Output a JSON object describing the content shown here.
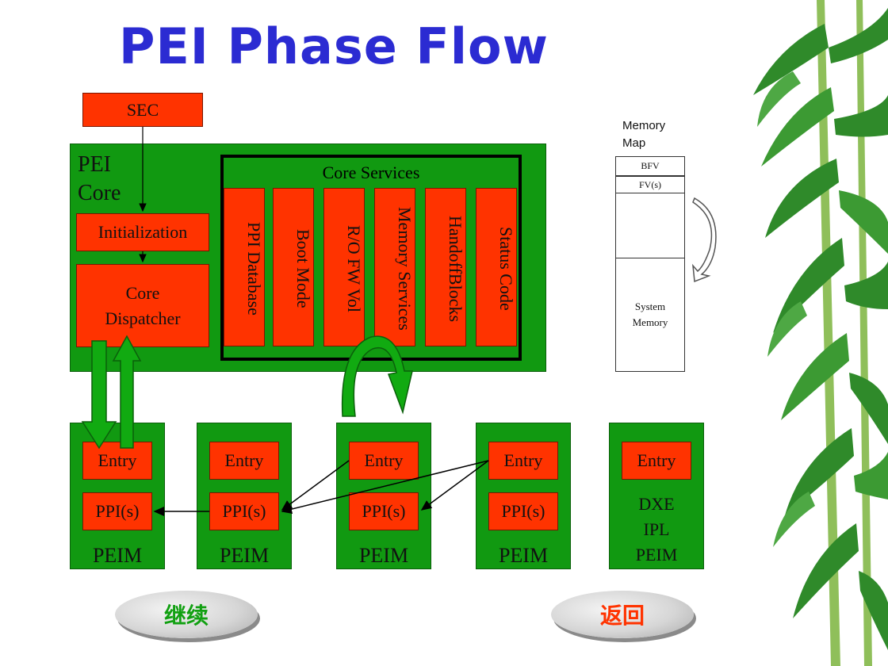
{
  "title": "PEI Phase Flow",
  "sec": "SEC",
  "pei_core": {
    "line1": "PEI",
    "line2": "Core",
    "initialization": "Initialization",
    "dispatcher_line1": "Core",
    "dispatcher_line2": "Dispatcher"
  },
  "core_services": {
    "title": "Core Services",
    "items": [
      "PPI Database",
      "Boot Mode",
      "R/O FW Vol",
      "Memory Services",
      "HandoffBlocks",
      "Status Code"
    ]
  },
  "memory_map": {
    "title_line1": "Memory",
    "title_line2": "Map",
    "bfv": "BFV",
    "fvs": "FV(s)",
    "system_line1": "System",
    "system_line2": "Memory"
  },
  "peims": [
    {
      "entry": "Entry",
      "ppi": "PPI(s)",
      "label": "PEIM"
    },
    {
      "entry": "Entry",
      "ppi": "PPI(s)",
      "label": "PEIM"
    },
    {
      "entry": "Entry",
      "ppi": "PPI(s)",
      "label": "PEIM"
    },
    {
      "entry": "Entry",
      "ppi": "PPI(s)",
      "label": "PEIM"
    }
  ],
  "dxe_peim": {
    "entry": "Entry",
    "line1": "DXE",
    "line2": "IPL",
    "line3": "PEIM"
  },
  "buttons": {
    "continue": "继续",
    "back": "返回",
    "continue_color": "#11a011",
    "back_color": "#ff3300"
  }
}
